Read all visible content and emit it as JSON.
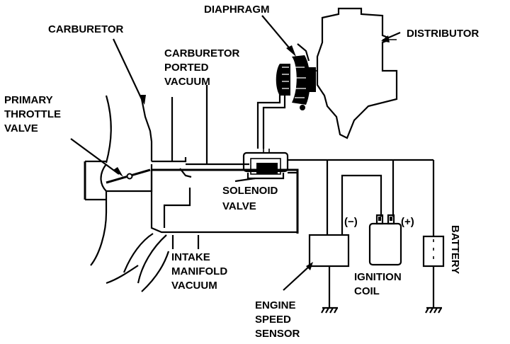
{
  "labels": {
    "carburetor": "CARBURETOR",
    "diaphragm": "DIAPHRAGM",
    "distributor": "DISTRIBUTOR",
    "carb_ported_vacuum": [
      "CARBURETOR",
      "PORTED",
      "VACUUM"
    ],
    "primary_throttle_valve": [
      "PRIMARY",
      "THROTTLE",
      "VALVE"
    ],
    "solenoid_valve": [
      "SOLENOID",
      "VALVE"
    ],
    "intake_manifold_vacuum": [
      "INTAKE",
      "MANIFOLD",
      "VACUUM"
    ],
    "engine_speed_sensor": [
      "ENGINE",
      "SPEED",
      "SENSOR"
    ],
    "ignition_coil": [
      "IGNITION",
      "COIL"
    ],
    "battery": "BATTERY",
    "coil_minus": "(−)",
    "coil_plus": "(+)"
  }
}
